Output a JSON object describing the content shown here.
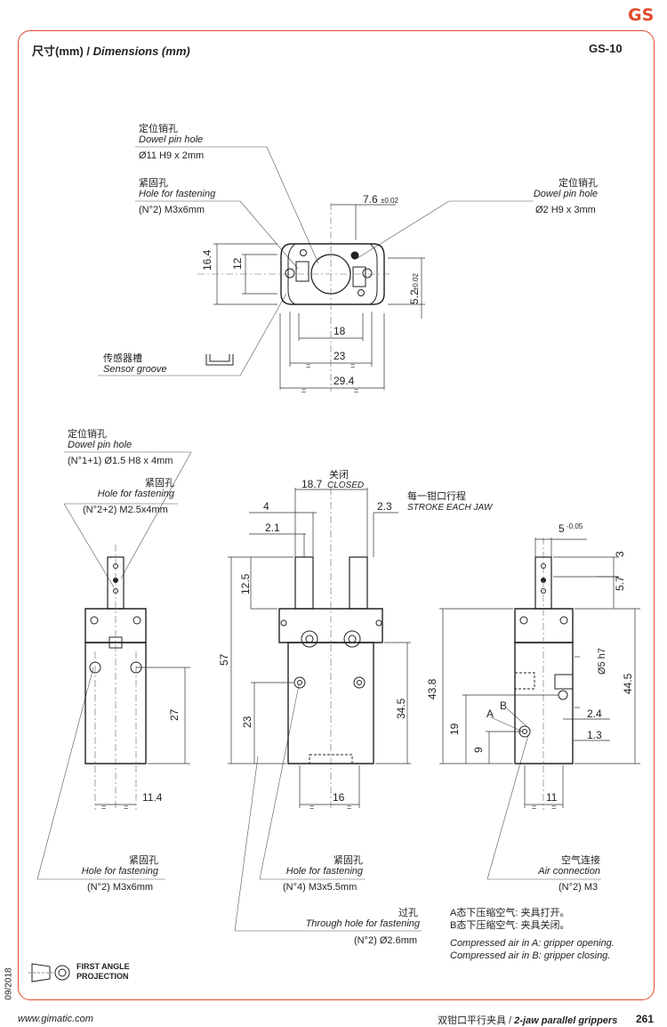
{
  "header": {
    "brand": "GS",
    "title_cn": "尺寸",
    "title_unit": "(mm) / ",
    "title_en": "Dimensions (mm)",
    "model": "GS-10"
  },
  "top_view": {
    "dowel_left": {
      "cn": "定位销孔",
      "en": "Dowel pin hole",
      "spec": "Ø11 H9 x 2mm"
    },
    "fastening": {
      "cn": "紧固孔",
      "en": "Hole for fastening",
      "spec": "(N°2)  M3x6mm"
    },
    "dowel_right": {
      "cn": "定位销孔",
      "en": "Dowel pin hole",
      "spec": "Ø2 H9 x 3mm"
    },
    "sensor": {
      "cn": "传感器槽",
      "en": "Sensor groove"
    },
    "dims": {
      "d76": "7.6",
      "d76_tol": "±0.02",
      "d164": "16.4",
      "d12": "12",
      "d52": "5.2",
      "d52_tol": "±0.02",
      "d18": "18",
      "d23": "23",
      "d294": "29.4",
      "eq": "="
    }
  },
  "side_left": {
    "dowel": {
      "cn": "定位销孔",
      "en": "Dowel pin hole",
      "spec": "(N°1+1)  Ø1.5 H8 x 4mm"
    },
    "fastening": {
      "cn": "紧固孔",
      "en": "Hole for fastening",
      "spec": "(N°2+2)  M2.5x4mm"
    },
    "bottom_fastening": {
      "cn": "紧固孔",
      "en": "Hole for fastening",
      "spec": "(N°2)  M3x6mm"
    },
    "dims": {
      "d27": "27",
      "d114": "11.4"
    }
  },
  "front_view": {
    "closed_cn": "关闭",
    "closed_en": "CLOSED",
    "stroke_cn": "每一钳口行程",
    "stroke_en": "STROKE EACH JAW",
    "bottom_fastening": {
      "cn": "紧固孔",
      "en": "Hole for fastening",
      "spec": "(N°4)  M3x5.5mm"
    },
    "through": {
      "cn": "过孔",
      "en": "Through hole for fastening",
      "spec": "(N°2)  Ø2.6mm"
    },
    "dims": {
      "d187": "18.7",
      "d4": "4",
      "d21": "2.1",
      "d23s": "2.3",
      "d125": "12.5",
      "d57": "57",
      "d23": "23",
      "d345": "34.5",
      "d16": "16"
    }
  },
  "side_right": {
    "air": {
      "cn": "空气连接",
      "en": "Air connection",
      "spec": "(N°2)  M3"
    },
    "label_a": "A",
    "label_b": "B",
    "dims": {
      "d5": "5",
      "d5_tol": "-0.05",
      "d3": "3",
      "d57": "5.7",
      "d5h7": "Ø5 h7",
      "d438": "43.8",
      "d445": "44.5",
      "d19": "19",
      "d9": "9",
      "d24": "2.4",
      "d13": "1.3",
      "d11": "11"
    }
  },
  "notes": {
    "cn_a": "A态下压缩空气: 夹具打开。",
    "cn_b": "B态下压缩空气: 夹具关闭。",
    "en_a": "Compressed air in A: gripper opening.",
    "en_b": "Compressed air in B: gripper closing."
  },
  "projection": {
    "line1": "FIRST ANGLE",
    "line2": "PROJECTION"
  },
  "footer": {
    "date": "09/2018",
    "website": "www.gimatic.com",
    "cn": "双钳口平行夹具 / ",
    "en": "2-jaw parallel grippers",
    "page": "261"
  }
}
